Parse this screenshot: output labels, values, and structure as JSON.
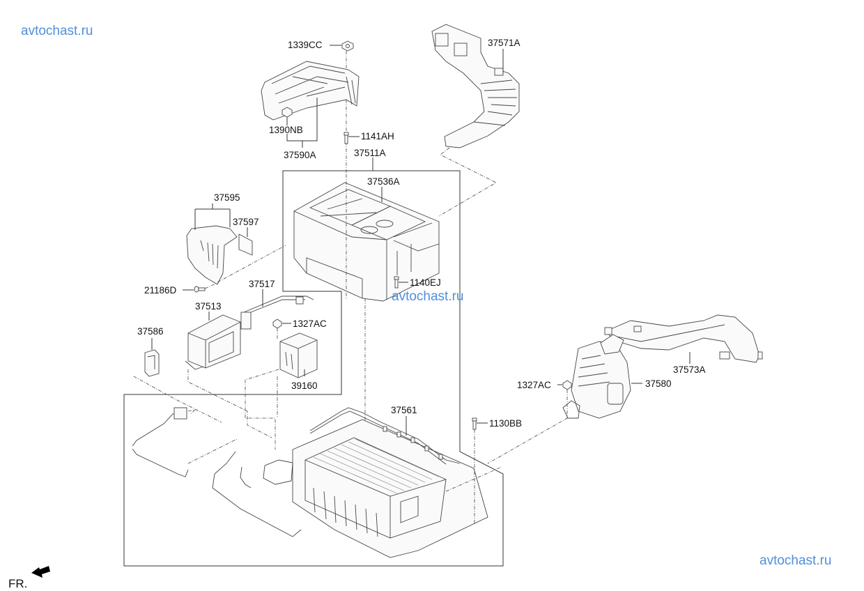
{
  "watermarks": {
    "top_left": "avtochast.ru",
    "center": "avtochast.ru",
    "bottom_right": "avtochast.ru",
    "color": "#4f8fdc"
  },
  "orientation": {
    "label": "FR.",
    "icon": "front-direction-arrow-icon"
  },
  "parts": {
    "p1339CC": "1339CC",
    "p37571A": "37571A",
    "p1390NB": "1390NB",
    "p37590A": "37590A",
    "p1141AH": "1141AH",
    "p37511A": "37511A",
    "p37536A": "37536A",
    "p37595": "37595",
    "p37597": "37597",
    "p21186D": "21186D",
    "p37517": "37517",
    "p1140EJ": "1140EJ",
    "p37513": "37513",
    "p1327AC_a": "1327AC",
    "p37586": "37586",
    "p39160": "39160",
    "p37573A": "37573A",
    "p1327AC_b": "1327AC",
    "p37580": "37580",
    "p37561": "37561",
    "p1130BB": "1130BB"
  }
}
